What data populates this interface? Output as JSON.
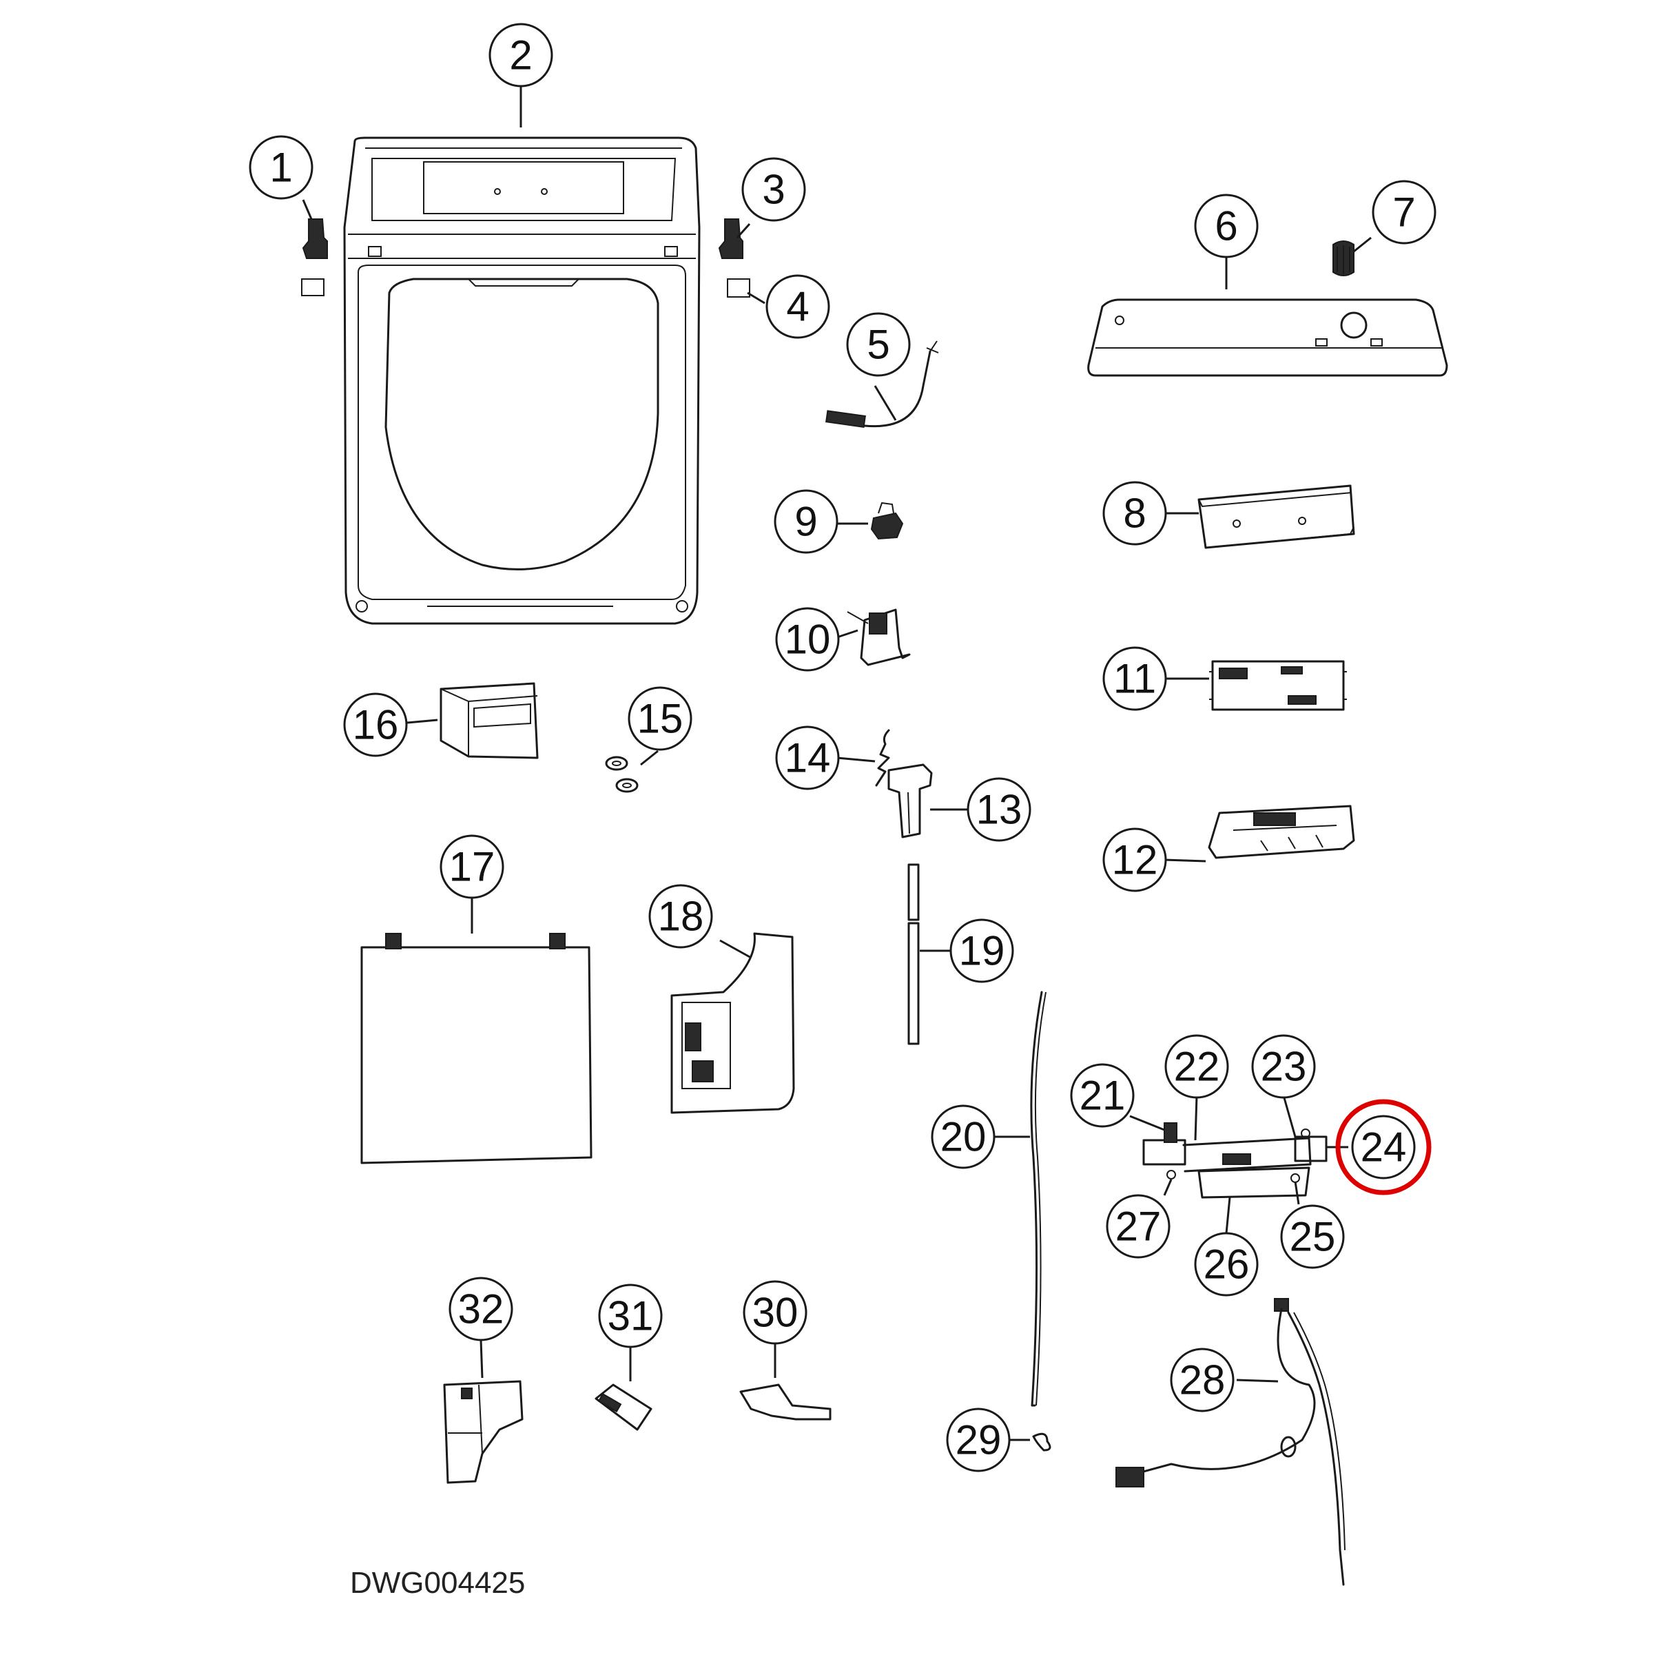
{
  "drawing": {
    "number": "DWG004425",
    "highlight_color": "#dd0000",
    "highlighted_callout": "24"
  },
  "callouts": [
    {
      "id": "1",
      "label": "1"
    },
    {
      "id": "2",
      "label": "2"
    },
    {
      "id": "3",
      "label": "3"
    },
    {
      "id": "4",
      "label": "4"
    },
    {
      "id": "5",
      "label": "5"
    },
    {
      "id": "6",
      "label": "6"
    },
    {
      "id": "7",
      "label": "7"
    },
    {
      "id": "8",
      "label": "8"
    },
    {
      "id": "9",
      "label": "9"
    },
    {
      "id": "10",
      "label": "10"
    },
    {
      "id": "11",
      "label": "11"
    },
    {
      "id": "12",
      "label": "12"
    },
    {
      "id": "13",
      "label": "13"
    },
    {
      "id": "14",
      "label": "14"
    },
    {
      "id": "15",
      "label": "15"
    },
    {
      "id": "16",
      "label": "16"
    },
    {
      "id": "17",
      "label": "17"
    },
    {
      "id": "18",
      "label": "18"
    },
    {
      "id": "19",
      "label": "19"
    },
    {
      "id": "20",
      "label": "20"
    },
    {
      "id": "21",
      "label": "21"
    },
    {
      "id": "22",
      "label": "22"
    },
    {
      "id": "23",
      "label": "23"
    },
    {
      "id": "24",
      "label": "24"
    },
    {
      "id": "25",
      "label": "25"
    },
    {
      "id": "26",
      "label": "26"
    },
    {
      "id": "27",
      "label": "27"
    },
    {
      "id": "28",
      "label": "28"
    },
    {
      "id": "29",
      "label": "29"
    },
    {
      "id": "30",
      "label": "30"
    },
    {
      "id": "31",
      "label": "31"
    },
    {
      "id": "32",
      "label": "32"
    }
  ]
}
